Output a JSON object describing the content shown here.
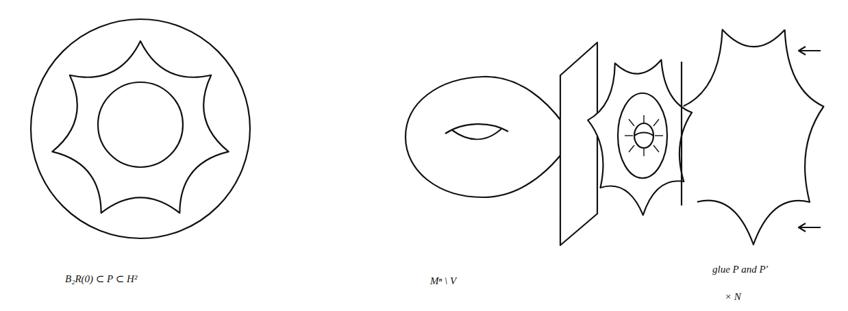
{
  "diagram": {
    "labels": [
      "B₂R(0) ⊂ P ⊂ H²",
      "Mⁿ \\ V",
      "glue P and P′",
      "× N"
    ]
  }
}
